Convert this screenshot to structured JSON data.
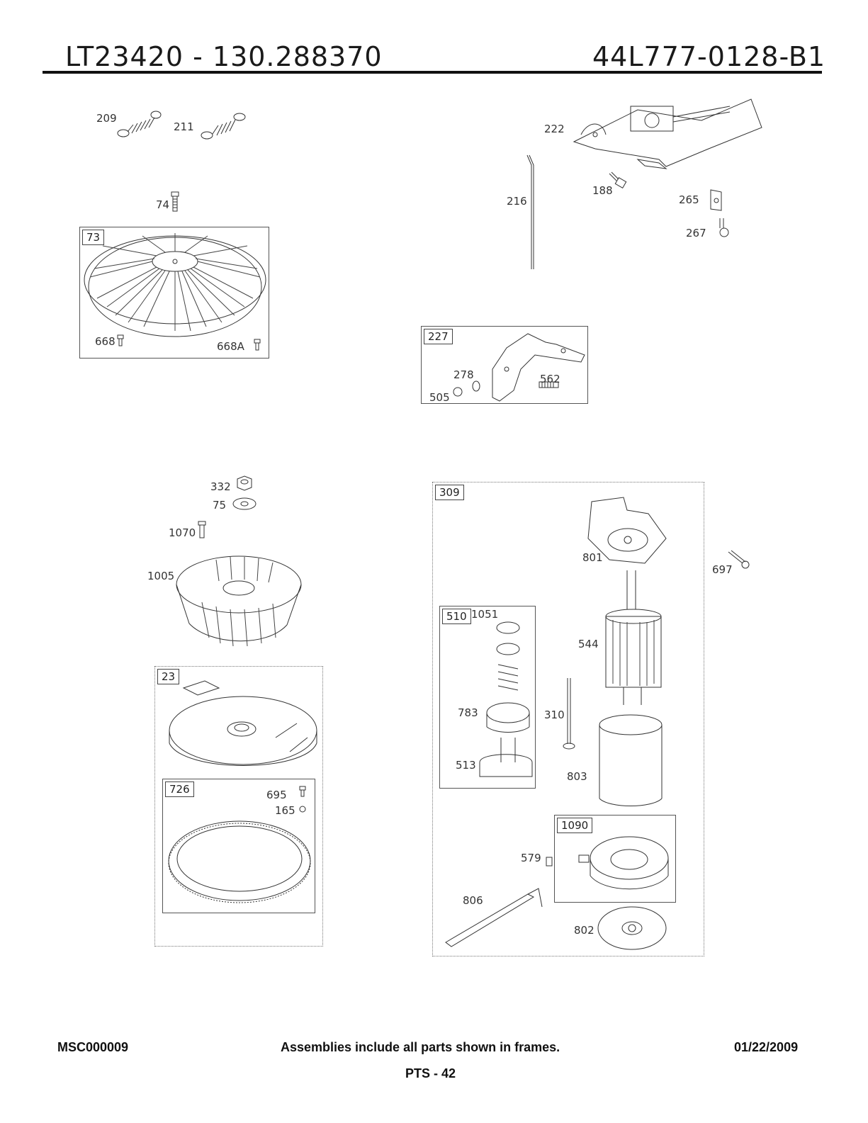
{
  "header": {
    "model": "LT23420 - 130.288370",
    "diagram_code": "44L777-0128-B1"
  },
  "parts": {
    "p209": "209",
    "p211": "211",
    "p74": "74",
    "p73": "73",
    "p668": "668",
    "p668a": "668A",
    "p222": "222",
    "p216": "216",
    "p188": "188",
    "p265": "265",
    "p267": "267",
    "p227": "227",
    "p278": "278",
    "p562": "562",
    "p505": "505",
    "p332": "332",
    "p75": "75",
    "p1070": "1070",
    "p1005": "1005",
    "p23": "23",
    "p726": "726",
    "p695": "695",
    "p165": "165",
    "p309": "309",
    "p801": "801",
    "p697": "697",
    "p510": "510",
    "p1051": "1051",
    "p544": "544",
    "p783": "783",
    "p310": "310",
    "p513": "513",
    "p803": "803",
    "p1090": "1090",
    "p579": "579",
    "p806": "806",
    "p802": "802"
  },
  "footer": {
    "doc_id": "MSC000009",
    "note": "Assemblies include all parts shown in frames.",
    "date": "01/22/2009",
    "page": "PTS - 42"
  }
}
